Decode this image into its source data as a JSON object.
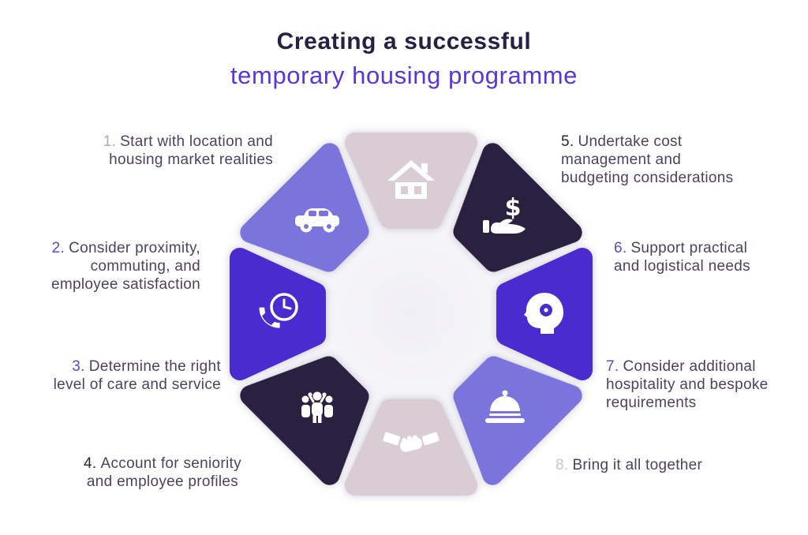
{
  "title": {
    "line1": "Creating a successful",
    "line2": "temporary housing programme"
  },
  "colors": {
    "title_navy": "#262044",
    "title_purple": "#5a35d8",
    "body_text": "#4c4260",
    "indigo": "#4a2bd0",
    "periwinkle": "#7a74dc",
    "dark_navy": "#2a2140",
    "blush": "#d9cdd3",
    "icon_white": "#ffffff"
  },
  "items": [
    {
      "num": "1.",
      "num_color": "#a9a4dc",
      "lines": [
        "Start with location and",
        "housing market realities"
      ]
    },
    {
      "num": "2.",
      "num_color": "#5a49d0",
      "lines": [
        "Consider proximity,",
        "commuting, and",
        "employee satisfaction"
      ]
    },
    {
      "num": "3.",
      "num_color": "#5a49d0",
      "lines": [
        "Determine the right",
        "level of care and service"
      ]
    },
    {
      "num": "4.",
      "num_color": "#2b2346",
      "lines": [
        "Account for seniority",
        "and employee profiles"
      ]
    },
    {
      "num": "5.",
      "num_color": "#2b2346",
      "lines": [
        "Undertake cost",
        "management and",
        "budgeting considerations"
      ]
    },
    {
      "num": "6.",
      "num_color": "#5a49d0",
      "lines": [
        "Support practical",
        "and logistical needs"
      ]
    },
    {
      "num": "7.",
      "num_color": "#5a49d0",
      "lines": [
        "Consider additional",
        "hospitality and bespoke",
        "requirements"
      ]
    },
    {
      "num": "8.",
      "num_color": "#d2c3cb",
      "lines": [
        "Bring it all together"
      ]
    }
  ],
  "wheel": {
    "segments": [
      {
        "name": "housing",
        "icon": "house-icon",
        "color": "#d9cdd3"
      },
      {
        "name": "cost",
        "icon": "dollar-hand-icon",
        "color": "#2a2140"
      },
      {
        "name": "practical",
        "icon": "head-gear-icon",
        "color": "#4a2bd0"
      },
      {
        "name": "hospitality",
        "icon": "bell-icon",
        "color": "#7a74dc"
      },
      {
        "name": "together",
        "icon": "handshake-icon",
        "color": "#d9cdd3"
      },
      {
        "name": "seniority",
        "icon": "people-icon",
        "color": "#2a2140"
      },
      {
        "name": "care",
        "icon": "phone-clock-icon",
        "color": "#4a2bd0"
      },
      {
        "name": "location",
        "icon": "car-icon",
        "color": "#7a74dc"
      }
    ]
  }
}
